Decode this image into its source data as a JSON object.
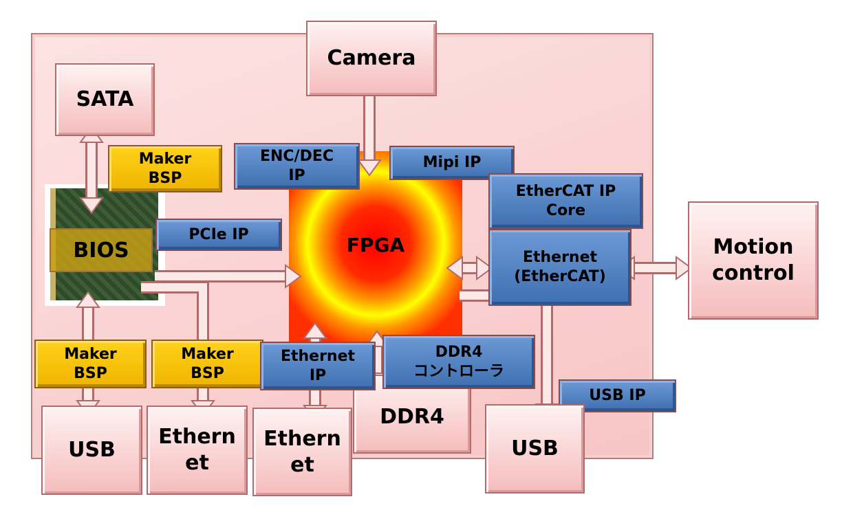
{
  "blocks": {
    "camera": "Camera",
    "sata": "SATA",
    "maker_bsp_top": [
      "Maker",
      "BSP"
    ],
    "bios": "BIOS",
    "pcie_ip": "PCIe IP",
    "enc_dec_ip": [
      "ENC/DEC",
      "IP"
    ],
    "mipi_ip": "Mipi IP",
    "fpga": "FPGA",
    "ethercat_ip_core": [
      "EtherCAT IP",
      "Core"
    ],
    "ethernet_ethercat": [
      "Ethernet",
      "(EtherCAT)"
    ],
    "motion_control": [
      "Motion",
      "control"
    ],
    "maker_bsp_left": [
      "Maker",
      "BSP"
    ],
    "maker_bsp_mid": [
      "Maker",
      "BSP"
    ],
    "ethernet_ip": [
      "Ethernet",
      "IP"
    ],
    "ddr4_controller": [
      "DDR4",
      "コントローラ"
    ],
    "ddr4": "DDR4",
    "usb_ip": "USB IP",
    "usb_left": "USB",
    "ethernet_1": [
      "Ethern",
      "et"
    ],
    "ethernet_2": [
      "Ethern",
      "et"
    ],
    "usb_right": "USB"
  },
  "colors": {
    "pink": "#f6bcbc",
    "blue": "#4f7fc0",
    "gold": "#f5c000",
    "fpga_center": "#ff0000"
  }
}
